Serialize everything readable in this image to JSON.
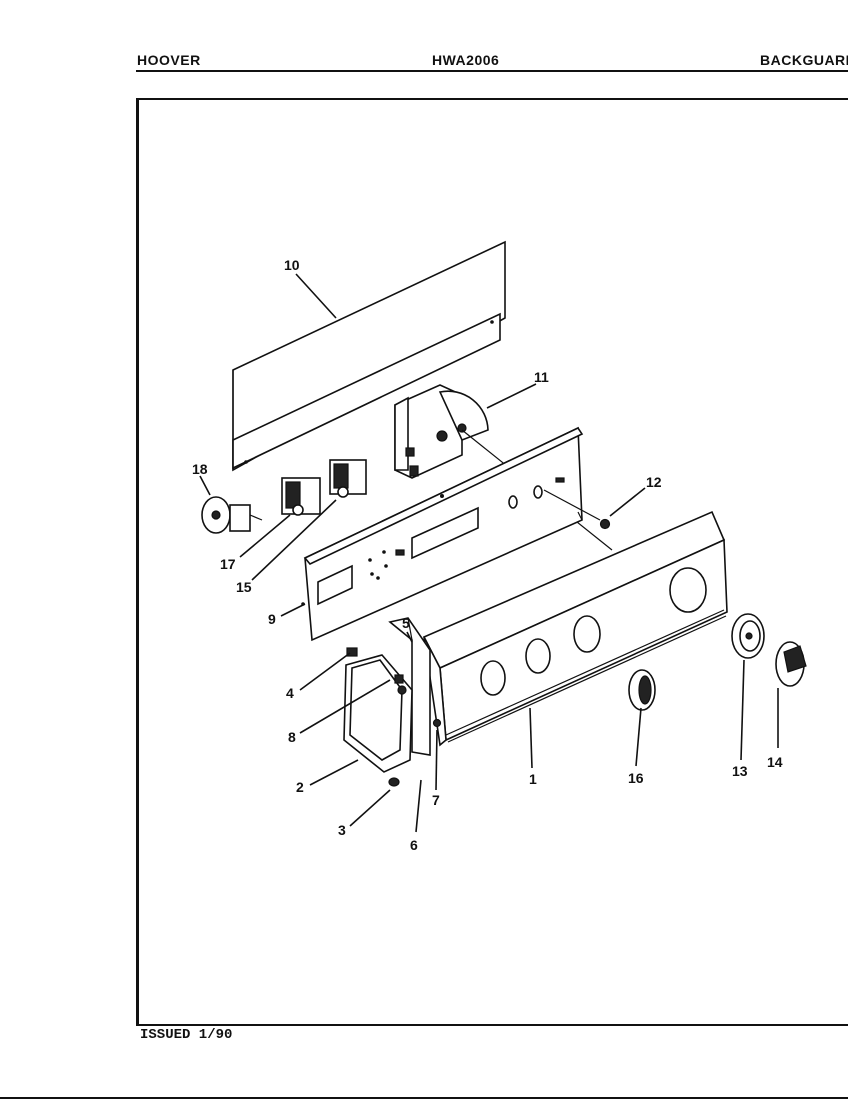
{
  "header": {
    "brand": "HOOVER",
    "model": "HWA2006",
    "section": "BACKGUARD"
  },
  "footer": {
    "issued": "ISSUED 1/90"
  },
  "callouts": {
    "c1": "1",
    "c2": "2",
    "c3": "3",
    "c4": "4",
    "c5": "5",
    "c6": "6",
    "c7": "7",
    "c8": "8",
    "c9": "9",
    "c10": "10",
    "c11": "11",
    "c12": "12",
    "c13": "13",
    "c14": "14",
    "c15": "15",
    "c16": "16",
    "c17": "17",
    "c18": "18"
  }
}
